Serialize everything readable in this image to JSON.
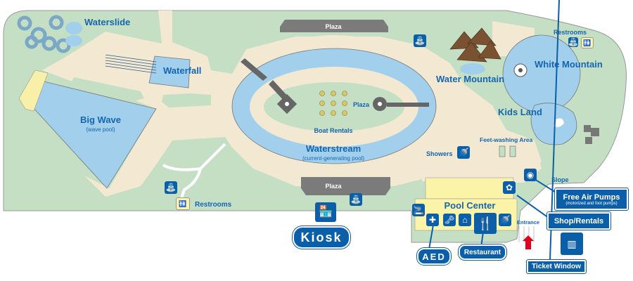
{
  "areas": {
    "waterslide": "Waterslide",
    "waterfall": "Waterfall",
    "big_wave": "Big Wave",
    "big_wave_sub": "(wave pool)",
    "plaza_top": "Plaza",
    "plaza_center": "Plaza",
    "plaza_bottom": "Plaza",
    "boat_rentals": "Boat Rentals",
    "waterstream": "Waterstream",
    "waterstream_sub": "(current-generating pool)",
    "water_mountain": "Water Mountain",
    "white_mountain": "White Mountain",
    "kids_land": "Kids Land",
    "restrooms_top": "Restrooms",
    "restrooms_bottom": "Restrooms",
    "showers": "Showers",
    "feet_washing": "Feet-washing Area",
    "slope": "Slope",
    "pool_center": "Pool Center",
    "entrance": "Entrance"
  },
  "buttons": {
    "kiosk": "Kiosk",
    "aed": "AED",
    "restaurant": "Restaurant",
    "free_air_pumps": "Free Air Pumps",
    "free_air_pumps_sub": "(motorized and foot pumps)",
    "shop_rentals": "Shop/Rentals",
    "ticket_window": "Ticket Window"
  },
  "colors": {
    "grass": "#c4dfc4",
    "path": "#f3e8d2",
    "water": "#a2d0ec",
    "label": "#1565b0",
    "button": "#0b5fa8",
    "plaza": "#7b7b7b",
    "entrance_arrow": "#e0001b"
  }
}
